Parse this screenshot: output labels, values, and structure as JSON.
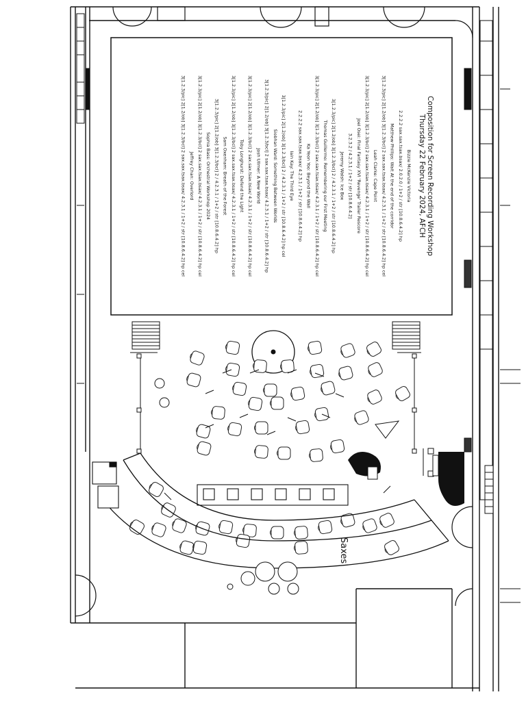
{
  "page": {
    "background": "#ffffff",
    "ink": "#111111"
  },
  "document": {
    "title": "Composition for Screen Recording Workshop",
    "date": "Thursday 22 February 2024, AFCH",
    "lines": [
      "Bizzie McKenzie Victoria",
      "2.2.2.2 sax.sax.tsax.bsax/ 2.0.2.0 / 1+2 / str [10.8.6.4.2] hp",
      "Matthew Phillips: Wait At the end of the corridor",
      "3[1.2.3/pic] 2[1.2/ob] 3[1.2.3/bcl] 2 sax.sax.tsax.bsax/ 4.2.3.1 / 1+2 / str [10.8.6.4.2] hp cel",
      "Leah Clarke: Cape Point",
      "3[1.2.3/pic] 2[1.2/ob] 3[1.2.3/bcl] 2 sax.sax.tsax.bsax/ 4.2.3.1 / 1+2 / str [10.8.6.4.2] hp cel",
      "Joel Osei: Final Fantasy XVI 'Revenge' Trailer Rescore",
      "3.2.3.2 / 4.2.3.1 / 1+2 / str [10.8.6.4.2]",
      "Jeremy Walsh: Ice Box",
      "3[1.2.3/pic] 2[1.2/ob] 3[1.2.3/bcl] 2 / 4.2.3.1 / 1+2 / str [10.8.6.4.2] hp",
      "Thomas Guillermo: Remembering our First Meeting",
      "3[1.2.3/pic] 2[1.2/ob] 3[1.2.3/bcl] 2 sax.sax.tsax.bsax/ 4.2.3.1 / 1+2 / str [10.8.6.4.2] hp cel",
      "Ka Yeon Yoo: Beyond the Wall",
      "2.2.2.2 sax.sax.tsax.bsax/ 4.2.3.1 / 1+2 / str [10.8.6.4.2] hp",
      "Iain Kay: The Third Eye",
      "3[1.2.3/pic] 2[1.2/ob] 3[1.2.3/bcl] 2 / 4.2.3.1 / 1+2 / str [10.8.6.4.2] hp cel",
      "Siobhan Ward: Something Between Worlds",
      "3[1.2.3/pic] 2[1.2/ob] 3[1.2.3/bcl] 2 sax.sax.tsax.bsax/ 4.2.3.1 / 1+2 / str [10.8.6.4.2] hp",
      "Josh Ullmer: A New World",
      "3[1.2.3/pic] 2[1.2/ob] 3[1.2.3/bcl] 2 sax.sax.tsax.bsax/ 4.2.3.1 / 1+2 / str [10.8.6.4.2] hp cel",
      "Toby Longhurst: Defend the Light",
      "3[1.2.3/pic] 2[1.2/ob] 3[1.2.3/bcl] 2 sax.sax.tsax.bsax/ 4.2.3.1 / 1+2 / str [10.8.6.4.2] hp cel",
      "Sam Oxenham: Breath of the Forest",
      "3[1.2.3/pic] 2[1.2/ob] 3[1.2.3/bcl] 2 / 4.2.3.1 / 1+2 / str [10.8.6.4.2] hp",
      "Sophia Bass: Orchestral Workshop 2024",
      "3[1.2.3/pic] 2[1.2/ob] 3[1.2.3/bcl] 2 sax.sax.tsax.bsax/ 4.2.3.1 / 1+2 / str [10.8.6.4.2] hp cel",
      "Jeffrey Chan: Overlord",
      "3[1.2.3/pic] 2[1.2/ob] 3[1.2.3/bcl] 2 sax.sax.tsax.bsax/ 4.2.3.1 / 1+2 / str [10.8.6.4.2] hp cel"
    ]
  },
  "labels": {
    "section": "Saxes"
  }
}
